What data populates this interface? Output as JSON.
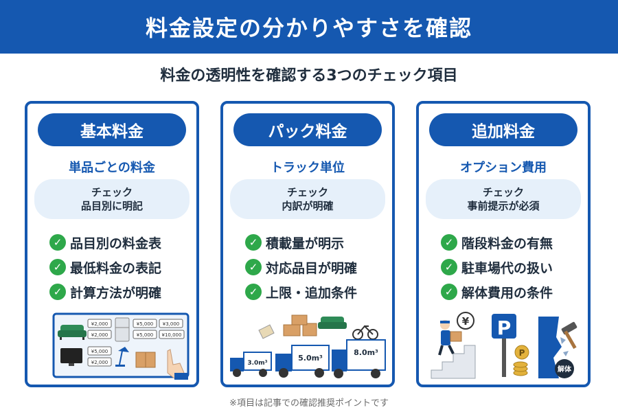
{
  "header": {
    "title": "料金設定の分かりやすさを確認"
  },
  "subtitle": "料金の透明性を確認する3つのチェック項目",
  "cards": [
    {
      "title": "基本料金",
      "tagline": "単品ごとの料金",
      "check_label": "チェック",
      "check_text": "品目別に明記",
      "items": [
        "品目別の料金表",
        "最低料金の表記",
        "計算方法が明確"
      ],
      "illustration": {
        "price_tags": [
          "¥2,000",
          "¥2,000",
          "¥5,000",
          "¥3,000",
          "¥5,000",
          "¥10,000",
          "¥5,000",
          "¥2,000"
        ]
      }
    },
    {
      "title": "パック料金",
      "tagline": "トラック単位",
      "check_label": "チェック",
      "check_text": "内訳が明確",
      "items": [
        "積載量が明示",
        "対応品目が明確",
        "上限・追加条件"
      ],
      "illustration": {
        "trucks": [
          "3.0m³",
          "5.0m³",
          "8.0m³"
        ]
      }
    },
    {
      "title": "追加料金",
      "tagline": "オプション費用",
      "check_label": "チェック",
      "check_text": "事前提示が必須",
      "items": [
        "階段料金の有無",
        "駐車場代の扱い",
        "解体費用の条件"
      ],
      "illustration": {
        "yen_mark": "¥",
        "parking_sign": "P",
        "coin": "P",
        "demolish_label": "解体"
      }
    }
  ],
  "check_glyph": "✓",
  "footnote": "※項目は記事での確認推奨ポイントです",
  "colors": {
    "brand_blue": "#1558b0",
    "light_blue": "#e6f0fa",
    "check_green": "#2ea84a",
    "text_dark": "#1f2d3d"
  }
}
